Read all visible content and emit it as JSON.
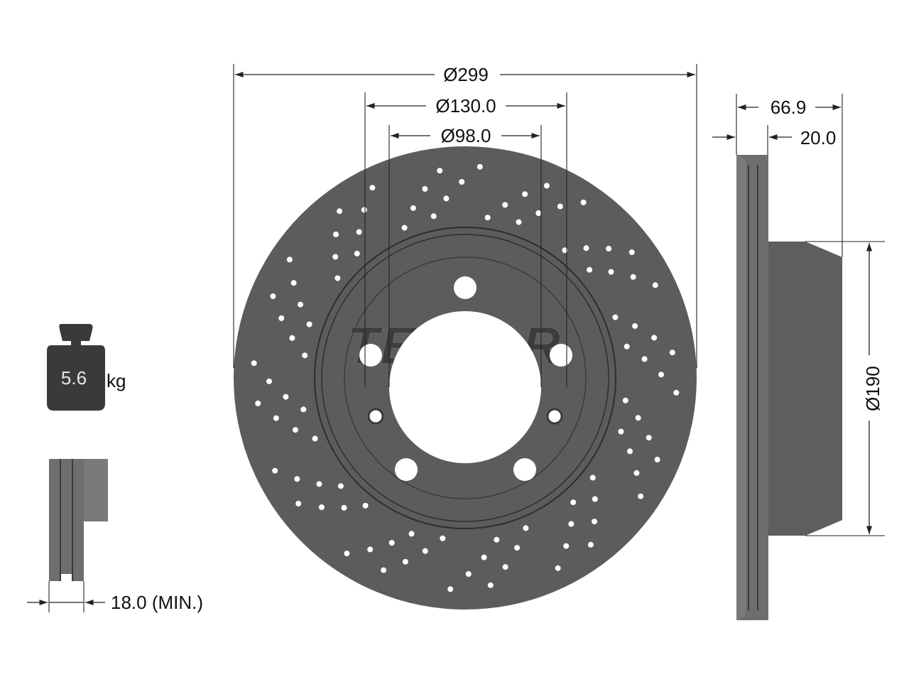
{
  "brand": {
    "logo": "TEXTAR"
  },
  "dimensions": {
    "outer_diameter": "Ø299",
    "bolt_circle": "Ø130.0",
    "center_bore": "Ø98.0",
    "total_height": "66.9",
    "disc_thickness": "20.0",
    "hat_diameter": "Ø190",
    "min_thickness": "18.0 (MIN.)"
  },
  "weight": {
    "value": "5.6",
    "unit": "kg"
  },
  "colors": {
    "disc": "#5c5c5c",
    "disc_dark": "#4a4a4a",
    "section": "#6e6e6e",
    "weight_icon": "#3a3a3a",
    "logo_fill": "#3d3d3d",
    "hole": "#ffffff"
  },
  "icons": {
    "weight": "weight-icon"
  }
}
